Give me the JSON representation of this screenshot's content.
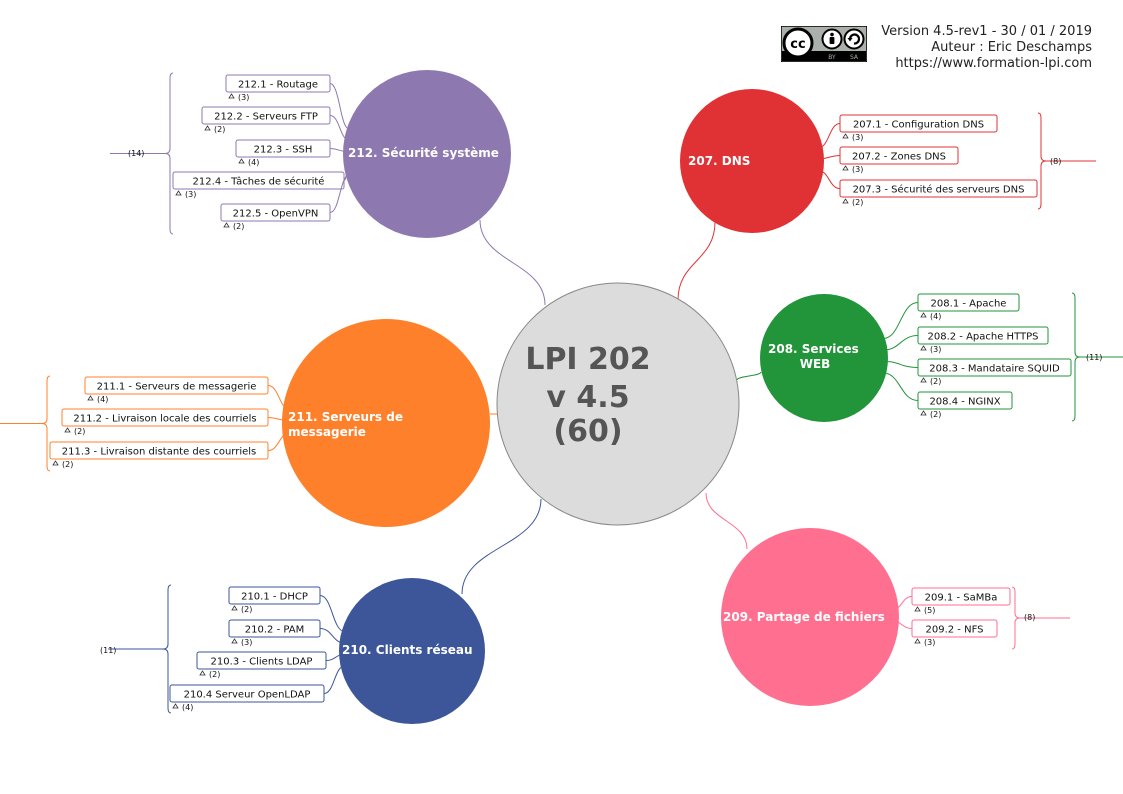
{
  "header": {
    "version": "Version 4.5-rev1 - 30 / 01 / 2019",
    "author": "Auteur : Eric Deschamps",
    "url": "https://www.formation-lpi.com",
    "license_icons": [
      "cc-icon",
      "by-icon",
      "sa-icon"
    ],
    "license_labels": [
      "BY",
      "SA"
    ]
  },
  "center": {
    "lines": [
      "LPI 202",
      "v 4.5",
      "(60)"
    ],
    "color": "#dcdcdc",
    "text_color": "#555555"
  },
  "topics": [
    {
      "id": "212",
      "label": [
        "212. Sécurité système"
      ],
      "color": "#8e78b0",
      "total": "(14)",
      "items": [
        {
          "label": "212.1 - Routage",
          "count": "(3)"
        },
        {
          "label": "212.2 - Serveurs FTP",
          "count": "(2)"
        },
        {
          "label": "212.3 - SSH",
          "count": "(4)"
        },
        {
          "label": "212.4 - Tâches de sécurité",
          "count": "(3)"
        },
        {
          "label": "212.5 - OpenVPN",
          "count": "(2)"
        }
      ]
    },
    {
      "id": "207",
      "label": [
        "207. DNS"
      ],
      "color": "#e03234",
      "total": "(8)",
      "items": [
        {
          "label": "207.1 - Configuration DNS",
          "count": "(3)"
        },
        {
          "label": "207.2 - Zones DNS",
          "count": "(3)"
        },
        {
          "label": "207.3 - Sécurité des serveurs DNS",
          "count": "(2)"
        }
      ]
    },
    {
      "id": "208",
      "label": [
        "208. Services",
        "WEB"
      ],
      "color": "#22943a",
      "total": "(11)",
      "items": [
        {
          "label": "208.1 - Apache",
          "count": "(4)"
        },
        {
          "label": "208.2 - Apache HTTPS",
          "count": "(3)"
        },
        {
          "label": "208.3 - Mandataire SQUID",
          "count": "(2)"
        },
        {
          "label": "208.4 - NGINX",
          "count": "(2)"
        }
      ]
    },
    {
      "id": "211",
      "label": [
        "211. Serveurs de",
        "messagerie"
      ],
      "color": "#fe802a",
      "total": "0",
      "items": [
        {
          "label": "211.1 - Serveurs de messagerie",
          "count": "(4)"
        },
        {
          "label": "211.2 - Livraison locale des courriels",
          "count": "(2)"
        },
        {
          "label": "211.3 - Livraison distante des courriels",
          "count": "(2)"
        }
      ]
    },
    {
      "id": "210",
      "label": [
        "210. Clients réseau"
      ],
      "color": "#3d5699",
      "total": "(11)",
      "items": [
        {
          "label": "210.1 - DHCP",
          "count": "(2)"
        },
        {
          "label": "210.2 - PAM",
          "count": "(3)"
        },
        {
          "label": "210.3 - Clients LDAP",
          "count": "(2)"
        },
        {
          "label": "210.4  Serveur OpenLDAP",
          "count": "(4)"
        }
      ]
    },
    {
      "id": "209",
      "label": [
        "209. Partage de fichiers"
      ],
      "color": "#ff6f8f",
      "total": "(8)",
      "items": [
        {
          "label": "209.1 - SaMBa",
          "count": "(5)"
        },
        {
          "label": "209.2 - NFS",
          "count": "(3)"
        }
      ]
    }
  ]
}
